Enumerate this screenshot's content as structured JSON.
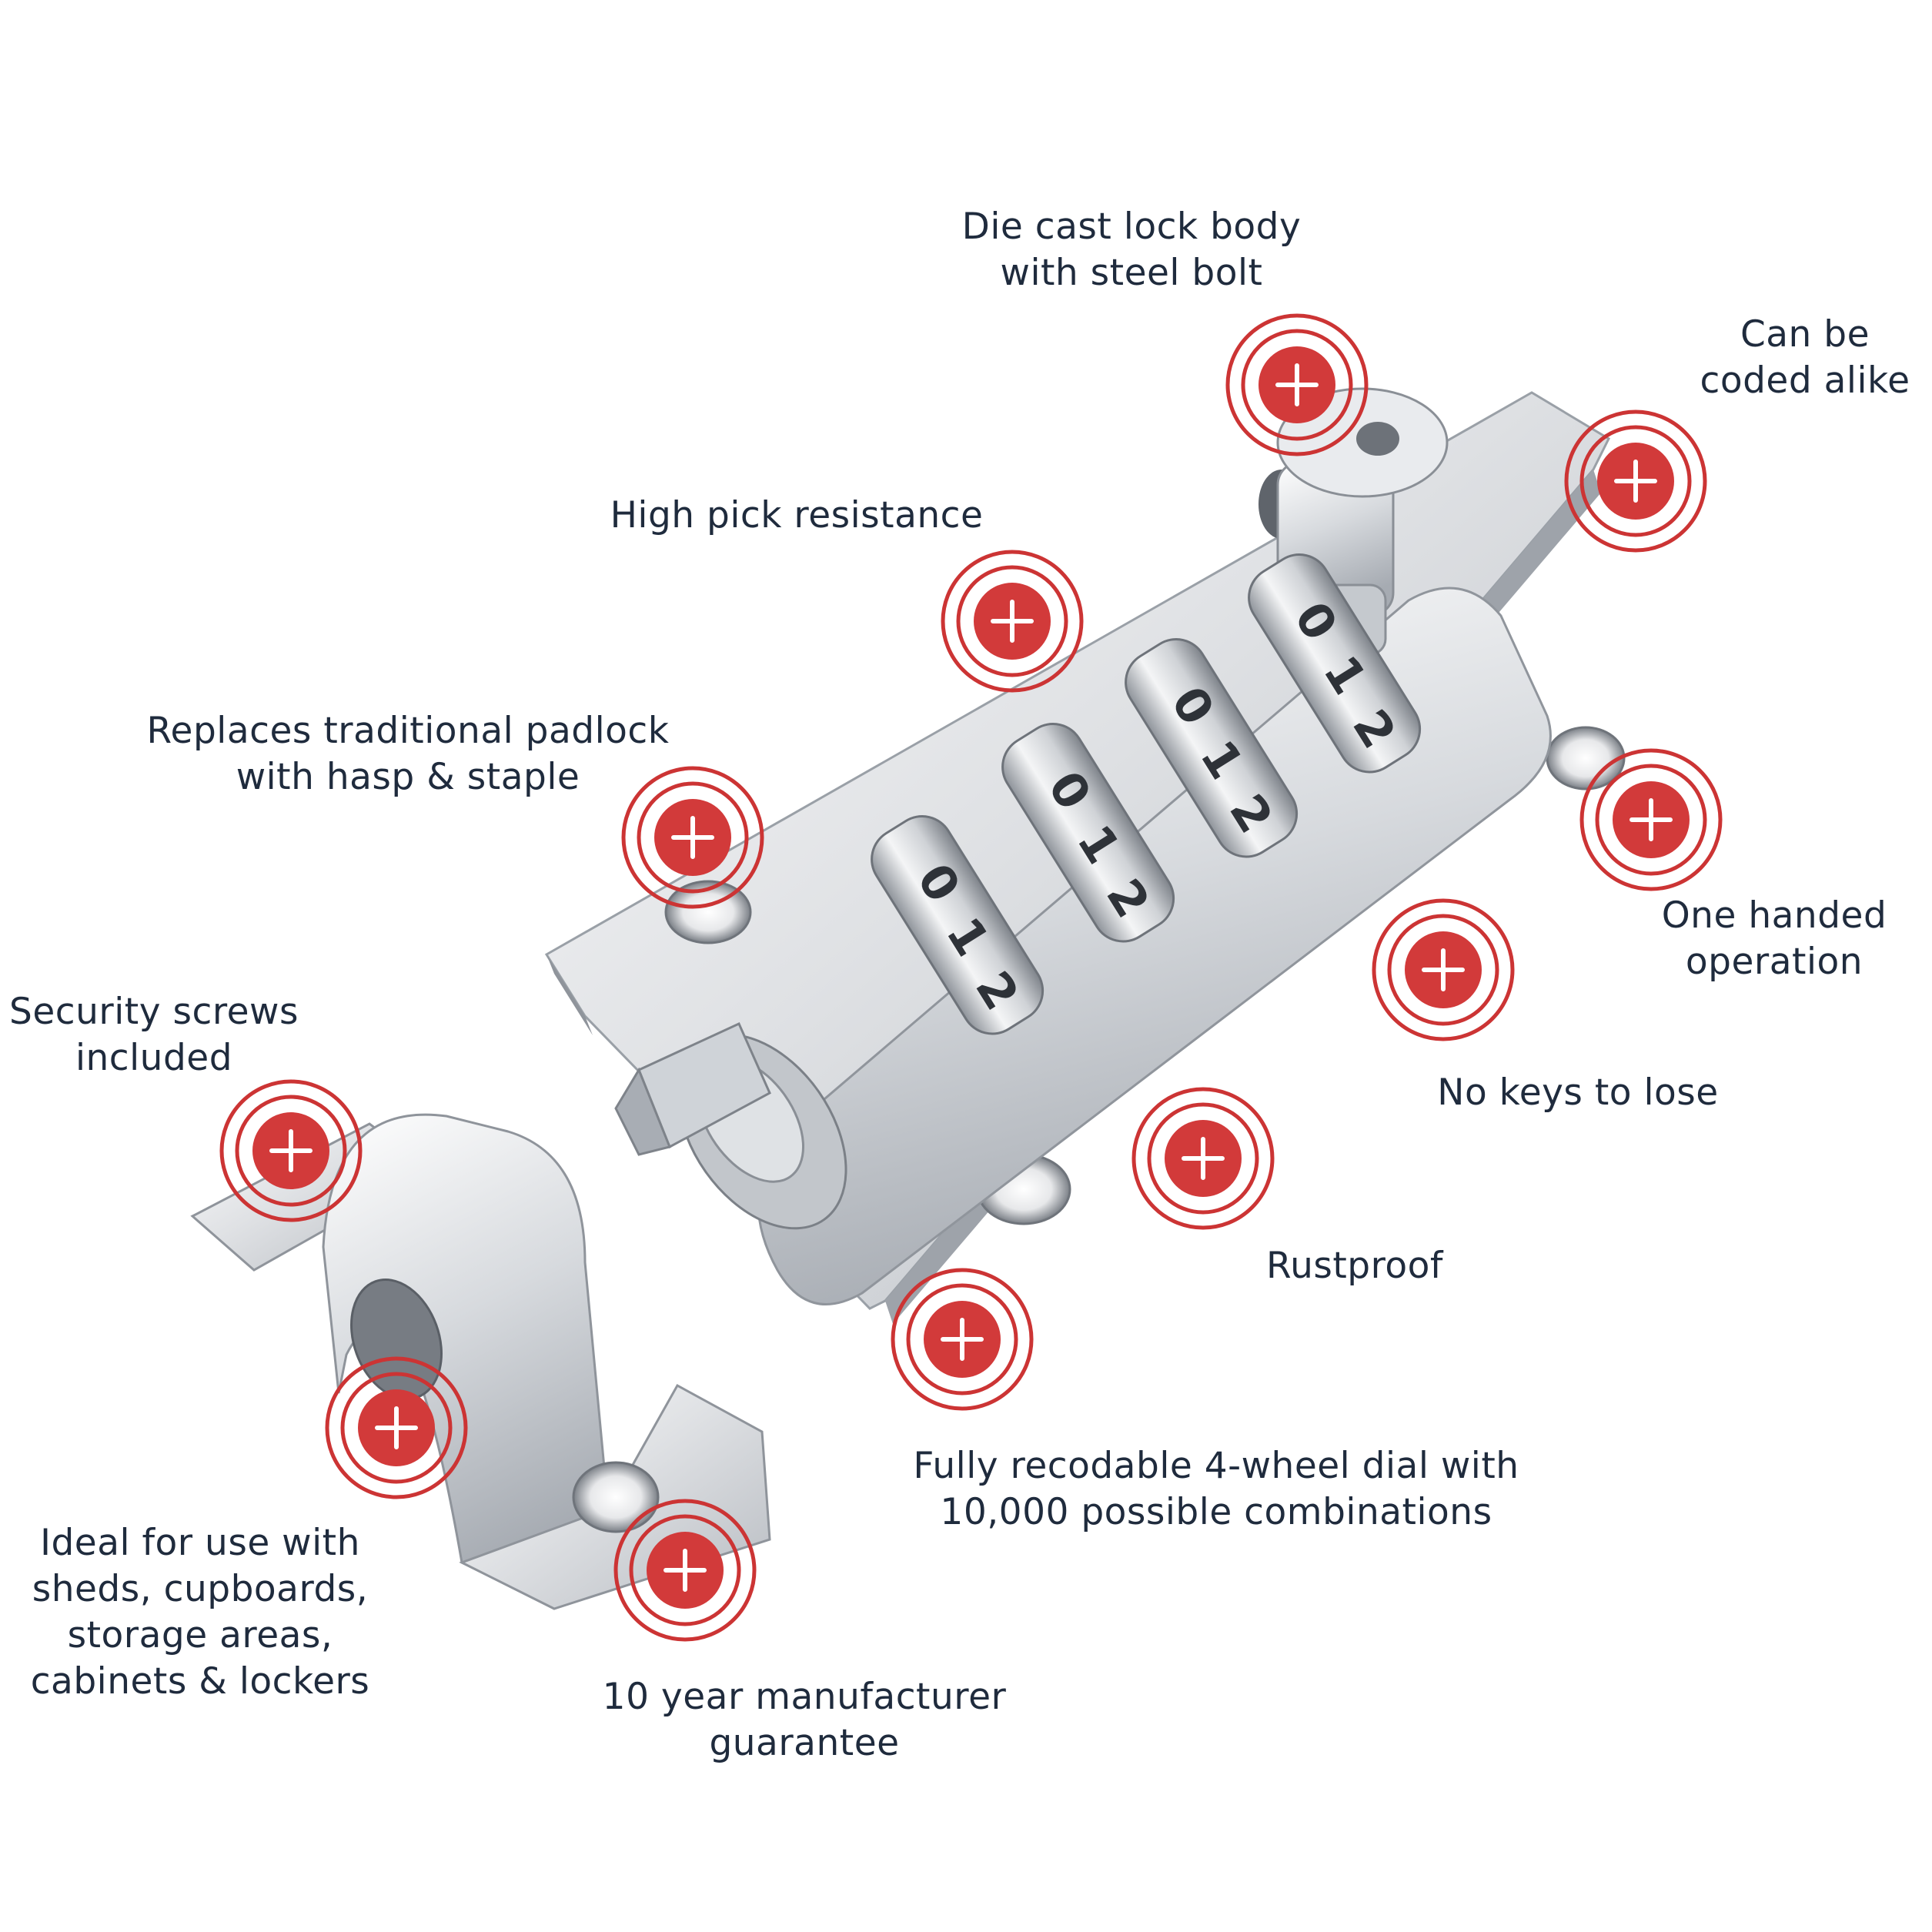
{
  "colors": {
    "accent_red": "#d23a3a",
    "ring_red": "#cc3434",
    "text": "#1f2b3d",
    "metal_light": "#f2f3f5",
    "metal_mid": "#c9ccd1",
    "metal_dark": "#8d9299"
  },
  "hotspot_icon": "plus-icon",
  "features": [
    {
      "id": "die-cast",
      "lines": [
        "Die cast lock body",
        "with steel bolt"
      ]
    },
    {
      "id": "coded-alike",
      "lines": [
        "Can be",
        "coded alike"
      ]
    },
    {
      "id": "pick-resistance",
      "lines": [
        "High pick resistance"
      ]
    },
    {
      "id": "replaces-padlock",
      "lines": [
        "Replaces traditional padlock",
        "with hasp & staple"
      ]
    },
    {
      "id": "one-handed",
      "lines": [
        "One handed",
        "operation"
      ]
    },
    {
      "id": "security-screws",
      "lines": [
        "Security screws",
        "included"
      ]
    },
    {
      "id": "no-keys",
      "lines": [
        "No keys to lose"
      ]
    },
    {
      "id": "rustproof",
      "lines": [
        "Rustproof"
      ]
    },
    {
      "id": "recodable",
      "lines": [
        "Fully recodable 4-wheel dial with",
        "10,000 possible combinations"
      ]
    },
    {
      "id": "ideal-for",
      "lines": [
        "Ideal for use with",
        "sheds, cupboards,",
        "storage areas,",
        "cabinets & lockers"
      ]
    },
    {
      "id": "guarantee",
      "lines": [
        "10 year manufacturer",
        "guarantee"
      ]
    }
  ],
  "dial": {
    "wheels": [
      [
        "0",
        "1",
        "2"
      ],
      [
        "0",
        "1",
        "2"
      ],
      [
        "0",
        "1",
        "2"
      ],
      [
        "0",
        "1",
        "2"
      ]
    ]
  }
}
